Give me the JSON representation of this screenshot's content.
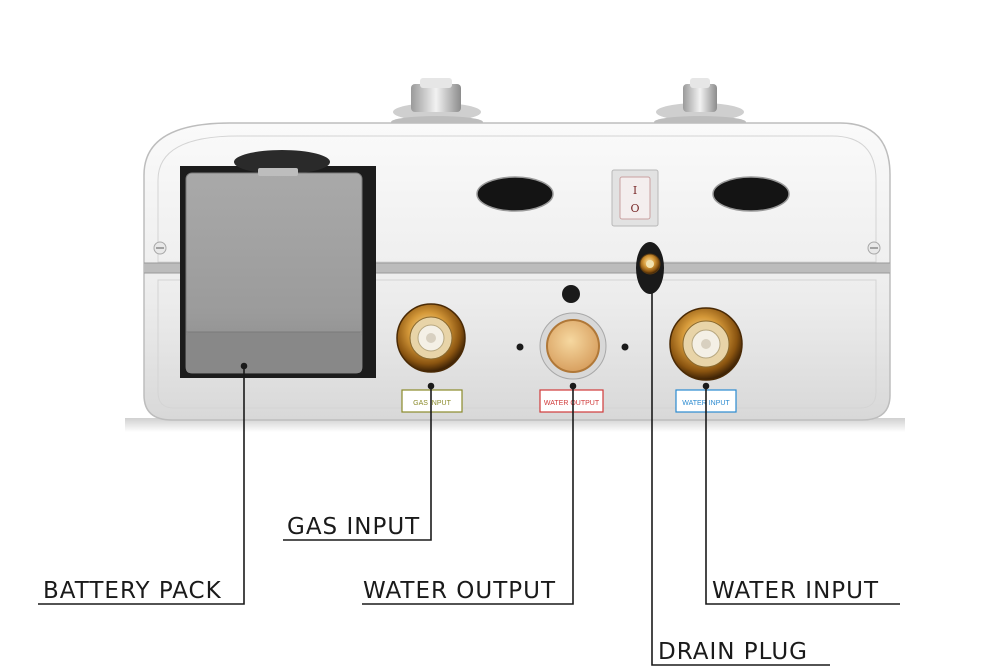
{
  "diagram": {
    "callouts": {
      "gas_input": "GAS INPUT",
      "battery_pack": "BATTERY PACK",
      "water_output": "WATER OUTPUT",
      "water_input": "WATER INPUT",
      "drain_plug": "DRAIN PLUG"
    },
    "port_tags": {
      "gas_input": "GAS INPUT",
      "water_output": "WATER OUTPUT",
      "water_input": "WATER INPUT"
    },
    "switch": {
      "on_mark": "I",
      "off_mark": "O"
    },
    "colors": {
      "gas_tag": "#8a8a2a",
      "water_output_tag": "#d03a3a",
      "water_input_tag": "#2a8ad0",
      "brass": "#c98a2a"
    }
  }
}
